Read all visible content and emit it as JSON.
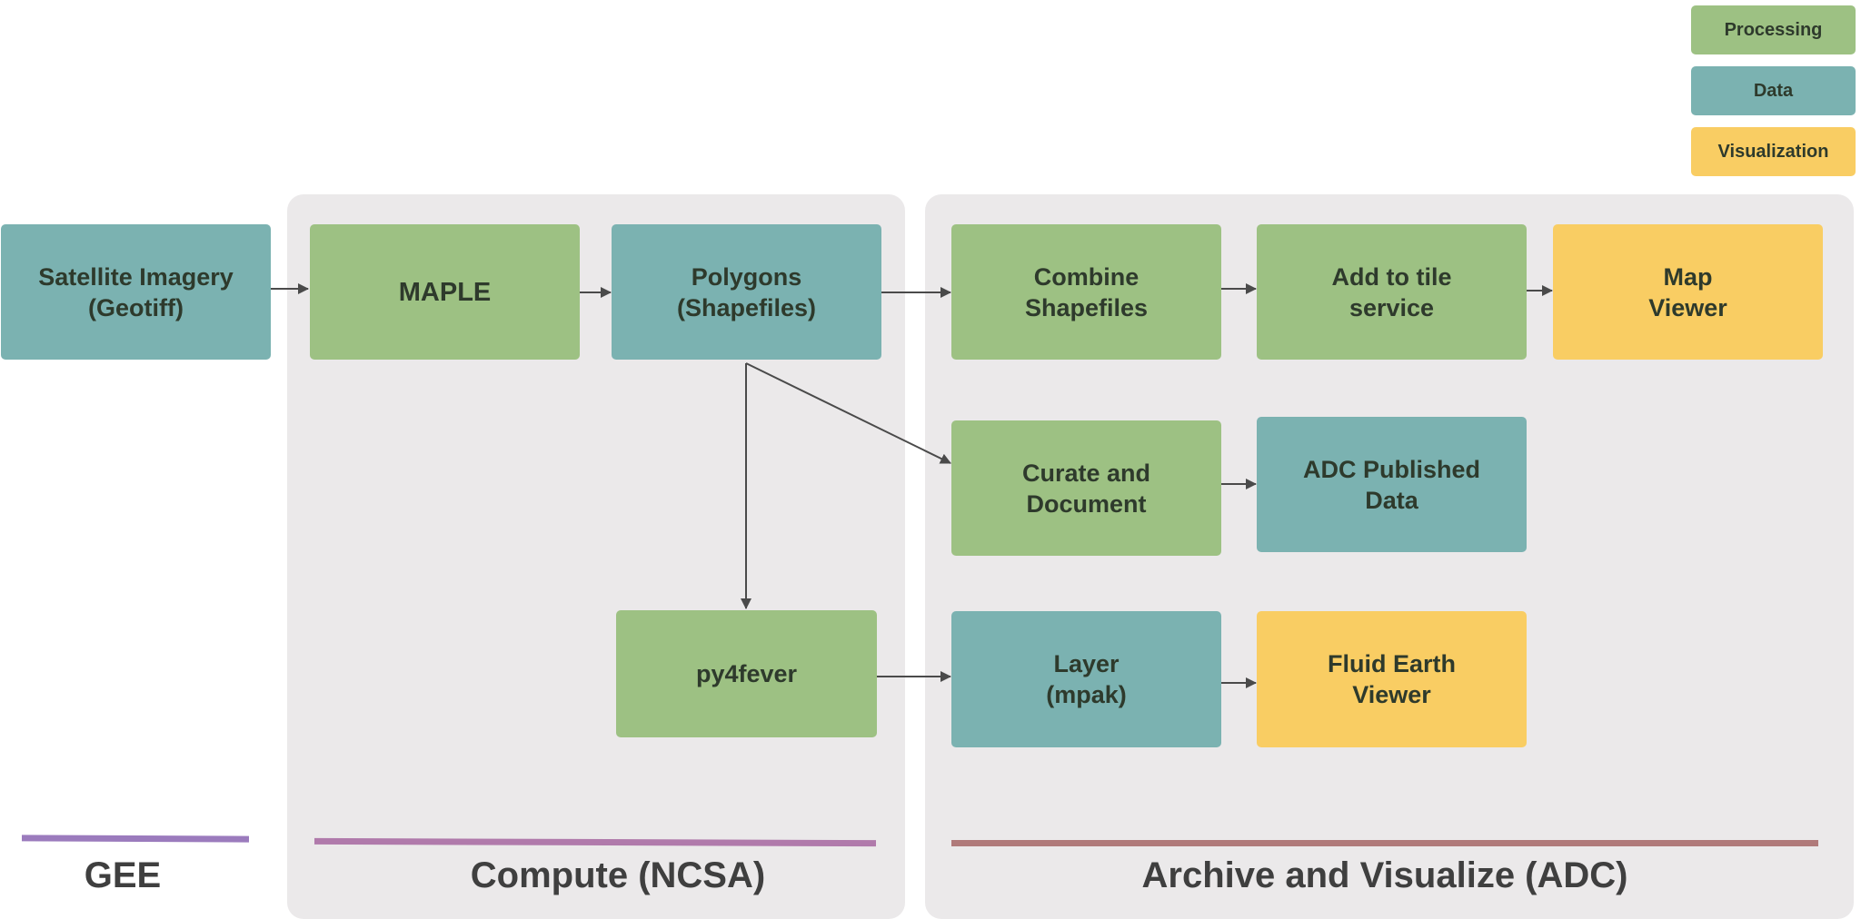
{
  "legend": {
    "processing": "Processing",
    "data": "Data",
    "visualization": "Visualization"
  },
  "colors": {
    "processing": "#9dc183",
    "data": "#7bb2b1",
    "visualization": "#f9cd63",
    "panel": "#ebe9ea",
    "gee_bar": "#9b7bbd",
    "compute_bar": "#b07aab",
    "adc_bar": "#b07a7a"
  },
  "nodes": {
    "satellite": "Satellite Imagery\n(Geotiff)",
    "maple": "MAPLE",
    "polygons": "Polygons\n(Shapefiles)",
    "py4fever": "py4fever",
    "combine": "Combine\nShapefiles",
    "tile": "Add to tile\nservice",
    "map_viewer": "Map\nViewer",
    "curate": "Curate and\nDocument",
    "adc_published": "ADC Published\nData",
    "layer": "Layer\n(mpak)",
    "fluid_earth": "Fluid Earth\nViewer"
  },
  "sections": {
    "gee": "GEE",
    "compute": "Compute (NCSA)",
    "archive": "Archive and Visualize (ADC)"
  }
}
